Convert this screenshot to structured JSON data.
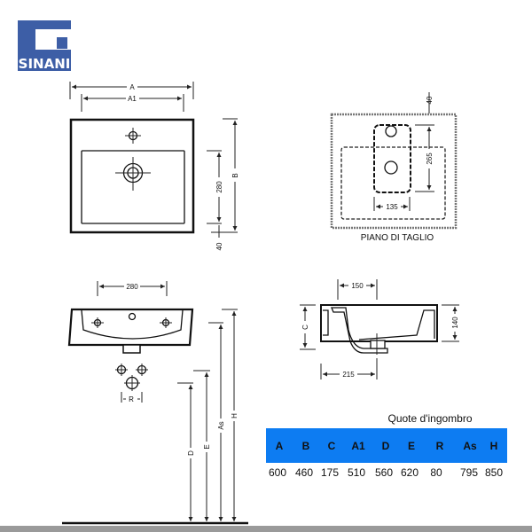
{
  "brand": {
    "name": "SINANI",
    "color": "#3d5ea6"
  },
  "top_view": {
    "label_a": "A",
    "label_a1": "A1",
    "label_b": "B",
    "dim_280": "280",
    "dim_40": "40"
  },
  "cut_plan": {
    "title": "PIANO DI TAGLIO",
    "dim_40": "40",
    "dim_265": "265",
    "dim_135": "135"
  },
  "front_view": {
    "dim_280": "280",
    "label_r": "R",
    "label_d": "D",
    "label_e": "E",
    "label_as": "As",
    "label_h": "H"
  },
  "side_view": {
    "dim_150": "150",
    "label_c": "C",
    "dim_140": "140",
    "dim_215": "215"
  },
  "table": {
    "title": "Quote d'ingombro",
    "header_color": "#0d7cf2",
    "headers": [
      "A",
      "B",
      "C",
      "A1",
      "D",
      "E",
      "R",
      "As",
      "H"
    ],
    "values": [
      "600",
      "460",
      "175",
      "510",
      "560",
      "620",
      "80",
      "795",
      "850"
    ]
  }
}
